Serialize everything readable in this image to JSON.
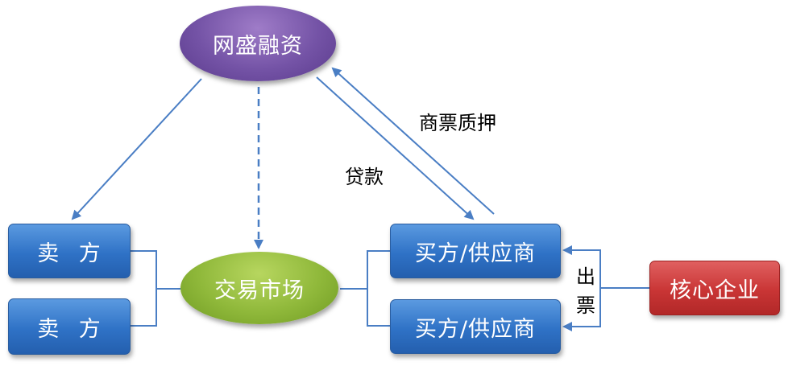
{
  "nodes": {
    "wangsheng": "网盛融资",
    "market": "交易市场",
    "seller1": "卖 方",
    "seller2": "卖 方",
    "buyer1": "买方/供应商",
    "buyer2": "买方/供应商",
    "core": "核心企业"
  },
  "labels": {
    "pledge": "商票质押",
    "loan": "贷款",
    "issue": "出票"
  }
}
